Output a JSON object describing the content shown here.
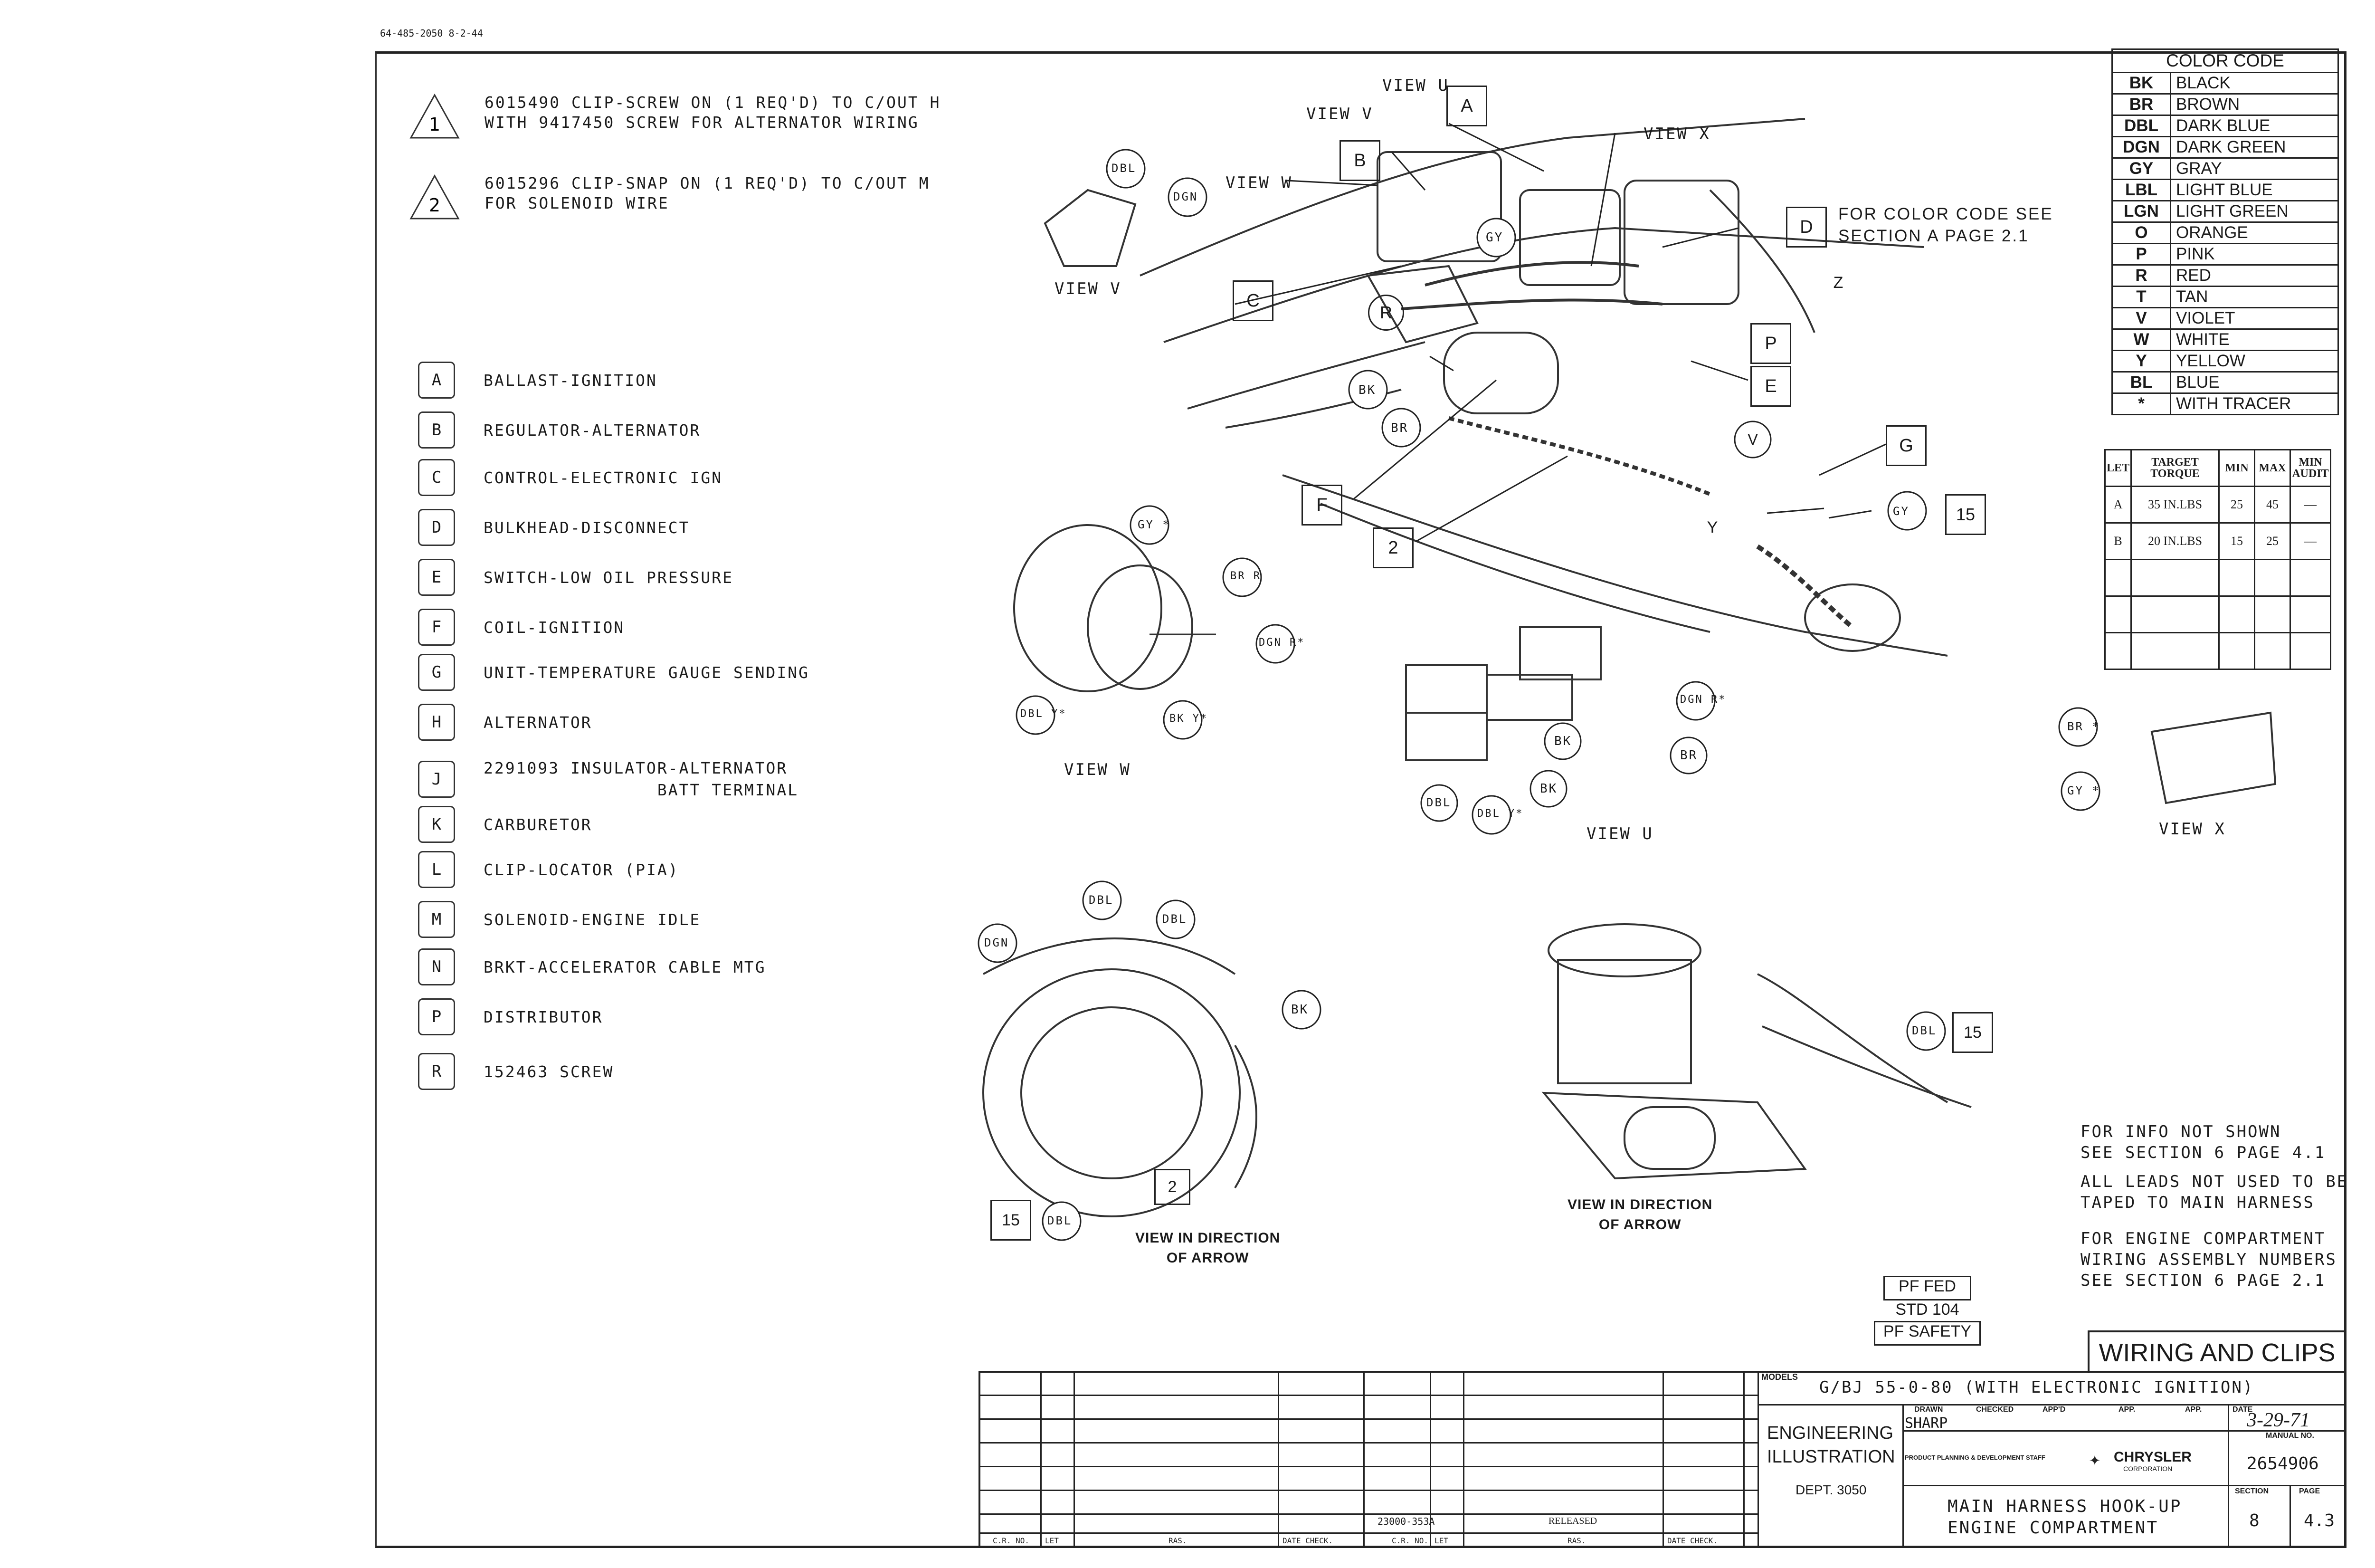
{
  "sheet": {
    "top_number": "64-485-2050 8-2-44"
  },
  "notes": [
    {
      "num": "1",
      "text": "6015490 CLIP-SCREW ON (1 REQ'D) TO C/OUT H\nWITH 9417450 SCREW FOR ALTERNATOR WIRING"
    },
    {
      "num": "2",
      "text": "6015296 CLIP-SNAP ON (1 REQ'D) TO C/OUT M\nFOR SOLENOID WIRE"
    }
  ],
  "legend": [
    {
      "key": "A",
      "text": "BALLAST-IGNITION"
    },
    {
      "key": "B",
      "text": "REGULATOR-ALTERNATOR"
    },
    {
      "key": "C",
      "text": "CONTROL-ELECTRONIC IGN"
    },
    {
      "key": "D",
      "text": "BULKHEAD-DISCONNECT"
    },
    {
      "key": "E",
      "text": "SWITCH-LOW OIL PRESSURE"
    },
    {
      "key": "F",
      "text": "COIL-IGNITION"
    },
    {
      "key": "G",
      "text": "UNIT-TEMPERATURE GAUGE SENDING"
    },
    {
      "key": "H",
      "text": "ALTERNATOR"
    },
    {
      "key": "J",
      "text": "2291093 INSULATOR-ALTERNATOR\n                BATT TERMINAL"
    },
    {
      "key": "K",
      "text": "CARBURETOR"
    },
    {
      "key": "L",
      "text": "CLIP-LOCATOR (PIA)"
    },
    {
      "key": "M",
      "text": "SOLENOID-ENGINE IDLE"
    },
    {
      "key": "N",
      "text": "BRKT-ACCELERATOR CABLE MTG"
    },
    {
      "key": "P",
      "text": "DISTRIBUTOR"
    },
    {
      "key": "R",
      "text": "152463 SCREW"
    }
  ],
  "color_code": {
    "title": "COLOR CODE",
    "rows": [
      [
        "BK",
        "BLACK"
      ],
      [
        "BR",
        "BROWN"
      ],
      [
        "DBL",
        "DARK BLUE"
      ],
      [
        "DGN",
        "DARK GREEN"
      ],
      [
        "GY",
        "GRAY"
      ],
      [
        "LBL",
        "LIGHT BLUE"
      ],
      [
        "LGN",
        "LIGHT GREEN"
      ],
      [
        "O",
        "ORANGE"
      ],
      [
        "P",
        "PINK"
      ],
      [
        "R",
        "RED"
      ],
      [
        "T",
        "TAN"
      ],
      [
        "V",
        "VIOLET"
      ],
      [
        "W",
        "WHITE"
      ],
      [
        "Y",
        "YELLOW"
      ],
      [
        "BL",
        "BLUE"
      ],
      [
        "*",
        "WITH TRACER"
      ]
    ]
  },
  "torque_table": {
    "headers": [
      "LET",
      "TARGET TORQUE",
      "MIN",
      "MAX",
      "MIN AUDIT"
    ],
    "rows": [
      [
        "A",
        "35 IN.LBS",
        "25",
        "45",
        "—"
      ],
      [
        "B",
        "20 IN.LBS",
        "15",
        "25",
        "—"
      ],
      [
        "",
        "",
        "",
        "",
        ""
      ],
      [
        "",
        "",
        "",
        "",
        ""
      ],
      [
        "",
        "",
        "",
        "",
        ""
      ]
    ]
  },
  "views": {
    "view_u": "VIEW U",
    "view_v": "VIEW V",
    "view_w": "VIEW W",
    "view_x": "VIEW X",
    "view_u_caption": "VIEW U",
    "view_v_caption": "VIEW V",
    "view_w_caption": "VIEW W",
    "view_x_caption": "VIEW X",
    "color_code_note": "FOR COLOR CODE SEE\nSECTION A PAGE 2.1",
    "direction_y": "VIEW IN DIRECTION\nOF ARROW",
    "direction_z": "VIEW IN DIRECTION\nOF ARROW"
  },
  "callouts": {
    "main": [
      "A",
      "B",
      "C",
      "D",
      "E",
      "F",
      "G",
      "P",
      "R",
      "2",
      "15",
      "V",
      "Y",
      "Z"
    ],
    "wires": [
      "DBL",
      "DGN",
      "GY",
      "BK",
      "BR",
      "DGN R*",
      "GY *",
      "BR *",
      "DBL Y*",
      "BK Y*",
      "BR R",
      "BK",
      "BR",
      "DBL",
      "DBL Y*",
      "DBL",
      "DGN",
      "BK",
      "15"
    ]
  },
  "info_notes": [
    "FOR INFO NOT SHOWN\nSEE SECTION 6 PAGE 4.1",
    "ALL LEADS NOT USED TO BE\nTAPED TO MAIN HARNESS",
    "FOR ENGINE COMPARTMENT\nWIRING ASSEMBLY NUMBERS\nSEE SECTION 6 PAGE 2.1"
  ],
  "pf": {
    "fed": "PF FED",
    "std": "STD 104",
    "safety": "PF SAFETY"
  },
  "title_block": {
    "title": "WIRING AND CLIPS",
    "models_label": "MODELS",
    "models": "G/BJ 55-0-80 (WITH ELECTRONIC IGNITION)",
    "dept1": "ENGINEERING",
    "dept2": "ILLUSTRATION",
    "dept3": "DEPT. 3050",
    "drawn_label": "DRAWN",
    "drawn": "SHARP",
    "checked_label": "CHECKED",
    "appd_label": "APP'D",
    "app_label": "APP.",
    "date_label": "DATE",
    "date": "3-29-71",
    "manual_label": "MANUAL NO.",
    "manual": "2654906",
    "staff": "PRODUCT PLANNING & DEVELOPMENT STAFF",
    "brand": "CHRYSLER",
    "corp": "CORPORATION",
    "subject1": "MAIN HARNESS HOOK-UP",
    "subject2": "ENGINE COMPARTMENT",
    "section_label": "SECTION",
    "section": "8",
    "page_label": "PAGE",
    "page": "4.3",
    "rev_note": "23000-353A",
    "released": "RELEASED",
    "rev_cols": [
      "C.R. NO.",
      "LET",
      "RAS.",
      "DATE CHECK.",
      "C.R. NO.",
      "LET",
      "RAS.",
      "DATE CHECK."
    ]
  }
}
